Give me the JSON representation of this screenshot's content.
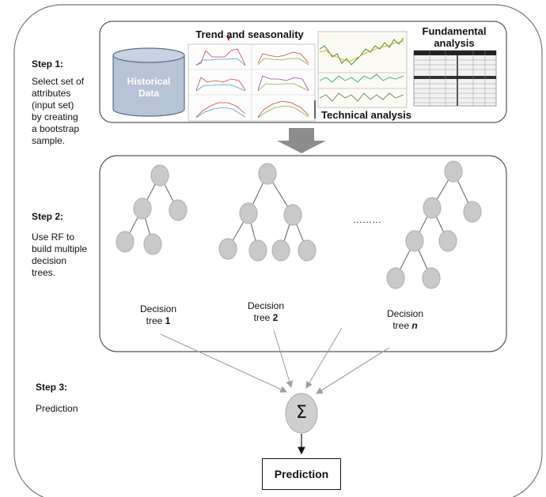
{
  "step1": {
    "title": "Step 1:",
    "lines": [
      "Select set of",
      "attributes",
      "(input set)",
      "by creating",
      "a bootstrap",
      "sample."
    ]
  },
  "step2": {
    "title": "Step 2:",
    "lines": [
      "Use RF to",
      "build multiple",
      "decision",
      "trees."
    ]
  },
  "step3": {
    "title": "Step 3:",
    "lines": [
      "Prediction"
    ]
  },
  "inputs": {
    "cylinder_lines": [
      "Historical",
      "Data"
    ],
    "trend_title": "Trend and seasonality",
    "fundamental_lines": [
      "Fundamental",
      "analysis"
    ],
    "technical_title": "Technical analysis"
  },
  "trees": {
    "ellipsis": "………",
    "labels": [
      {
        "line1": "Decision",
        "prefix": "tree ",
        "index": "1"
      },
      {
        "line1": "Decision",
        "prefix": "tree ",
        "index": "2"
      },
      {
        "line1": "Decision",
        "prefix": "tree ",
        "index": "n"
      }
    ]
  },
  "aggregate": {
    "symbol": "Σ"
  },
  "output": {
    "label": "Prediction"
  },
  "colors": {
    "node_fill": "#c9c9c9",
    "node_stroke": "#b5b5b5",
    "cylinder_fill": "#b7c3d6",
    "cylinder_stroke": "#5a6e8c",
    "arrow_gray": "#8c8c8c",
    "line_gray": "#9a9a9a"
  }
}
